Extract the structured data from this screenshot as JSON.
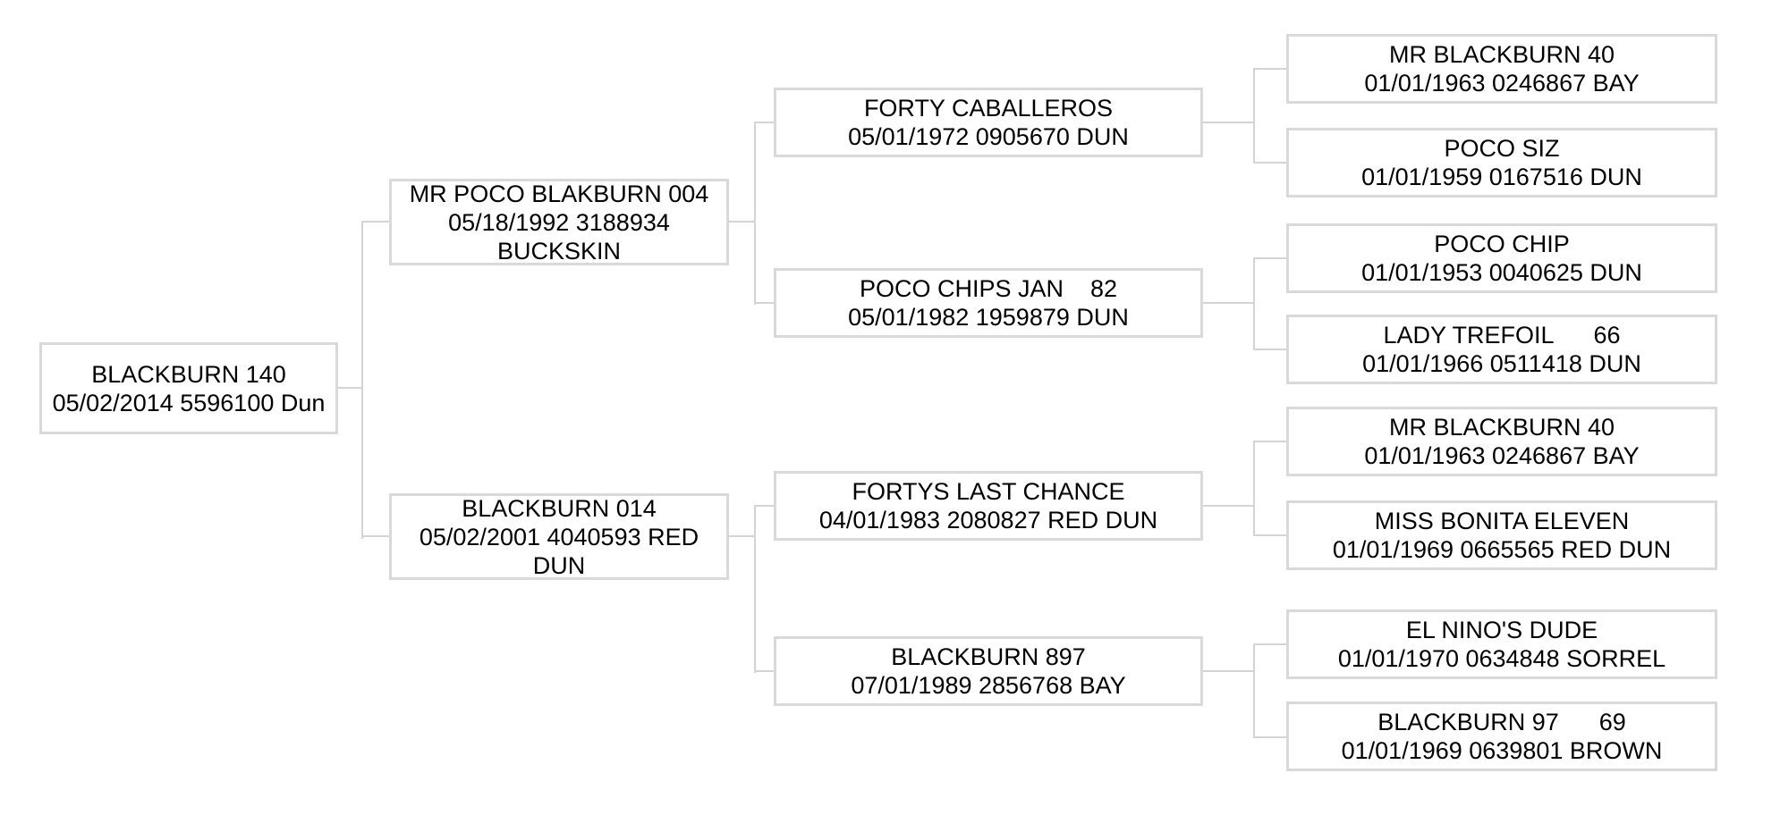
{
  "page": {
    "background_color": "#ffffff",
    "box_border_color": "#d9d9d9",
    "connector_color": "#d4d4d4",
    "text_color": "#000000"
  },
  "pedigree": {
    "subject": {
      "name": "BLACKBURN 140",
      "details": "05/02/2014 5596100 Dun"
    },
    "generation2": [
      {
        "role": "sire",
        "name": "MR POCO BLAKBURN 004",
        "details": "05/18/1992 3188934 BUCKSKIN"
      },
      {
        "role": "dam",
        "name": "BLACKBURN 014",
        "details": "05/02/2001 4040593 RED DUN"
      }
    ],
    "generation3": [
      {
        "name": "FORTY CABALLEROS",
        "details": "05/01/1972 0905670 DUN"
      },
      {
        "name": "POCO CHIPS JAN    82",
        "details": "05/01/1982 1959879 DUN"
      },
      {
        "name": "FORTYS LAST CHANCE",
        "details": "04/01/1983 2080827 RED DUN"
      },
      {
        "name": "BLACKBURN 897",
        "details": "07/01/1989 2856768 BAY"
      }
    ],
    "generation4": [
      {
        "name": "MR BLACKBURN 40",
        "details": "01/01/1963 0246867 BAY"
      },
      {
        "name": "POCO SIZ",
        "details": "01/01/1959 0167516 DUN"
      },
      {
        "name": "POCO CHIP",
        "details": "01/01/1953 0040625 DUN"
      },
      {
        "name": "LADY TREFOIL      66",
        "details": "01/01/1966 0511418 DUN"
      },
      {
        "name": "MR BLACKBURN 40",
        "details": "01/01/1963 0246867 BAY"
      },
      {
        "name": "MISS BONITA ELEVEN",
        "details": "01/01/1969 0665565 RED DUN"
      },
      {
        "name": "EL NINO'S DUDE",
        "details": "01/01/1970 0634848 SORREL"
      },
      {
        "name": "BLACKBURN 97      69",
        "details": "01/01/1969 0639801 BROWN"
      }
    ]
  }
}
